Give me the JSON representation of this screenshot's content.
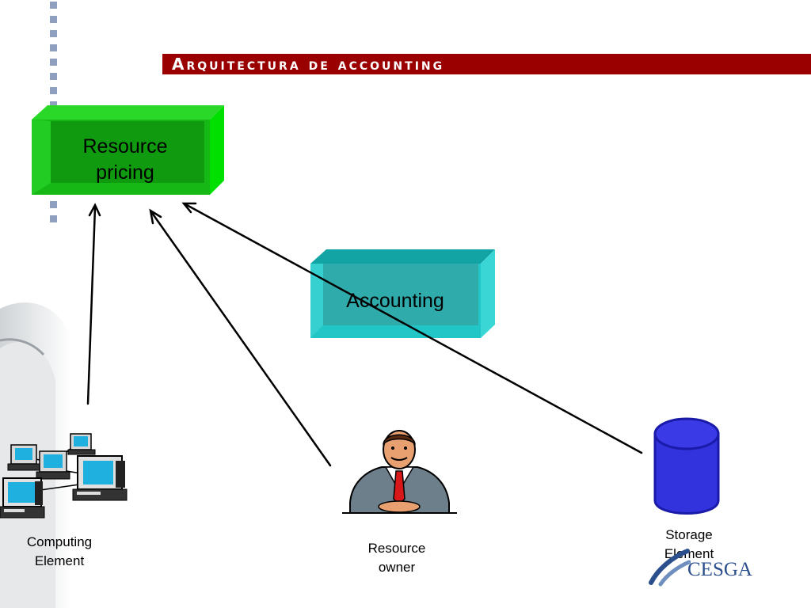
{
  "slide": {
    "title": "Arquitectura de accounting",
    "colors": {
      "title_bar": "#9b0000",
      "pricing_box": "#16c016",
      "accounting_box": "#2fb6b6",
      "storage": "#3333dd"
    }
  },
  "diagram": {
    "resource_pricing_box": {
      "line1": "Resource",
      "line2": "pricing"
    },
    "accounting_box": {
      "label": "Accounting"
    },
    "computing_element": {
      "line1": "Computing",
      "line2": "Element",
      "icon": "networked-computers-icon"
    },
    "resource_owner": {
      "line1": "Resource",
      "line2": "owner",
      "icon": "businessman-icon"
    },
    "storage_element": {
      "line1": "Storage",
      "line2": "Element",
      "icon": "storage-cylinder-icon"
    }
  },
  "footer": {
    "logo_text": "CESGA",
    "logo_icon": "cesga-swirl-icon"
  }
}
